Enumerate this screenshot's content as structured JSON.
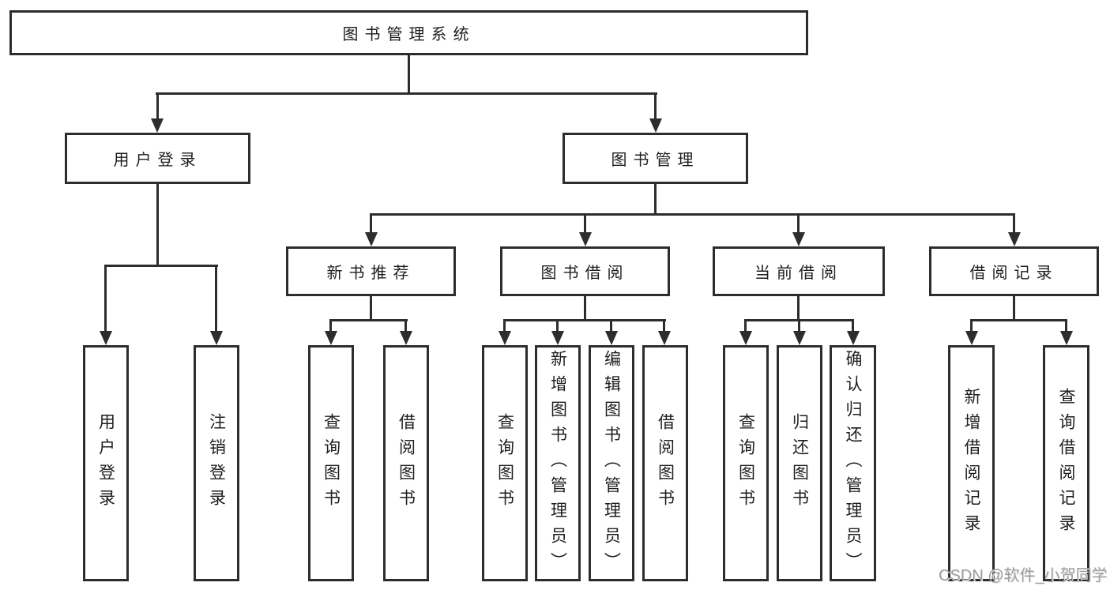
{
  "diagram": {
    "root_label": "图书管理系统",
    "level2": [
      {
        "label": "用户登录",
        "children": [
          "用户登录",
          "注销登录"
        ]
      },
      {
        "label": "图书管理",
        "sections": [
          {
            "label": "新书推荐",
            "leaves": [
              "查询图书",
              "借阅图书"
            ]
          },
          {
            "label": "图书借阅",
            "leaves": [
              "查询图书",
              "新增图书（管理员）",
              "编辑图书（管理员）",
              "借阅图书"
            ]
          },
          {
            "label": "当前借阅",
            "leaves": [
              "查询图书",
              "归还图书",
              "确认归还（管理员）"
            ]
          },
          {
            "label": "借阅记录",
            "leaves": [
              "新增借阅记录",
              "查询借阅记录"
            ]
          }
        ]
      }
    ],
    "colors": {
      "line": "#2d2d2d",
      "text": "#1e1e1e",
      "background": "#ffffff",
      "watermark": "#9e9e9e"
    }
  },
  "watermark": {
    "text": "CSDN @软件_小贺同学"
  }
}
